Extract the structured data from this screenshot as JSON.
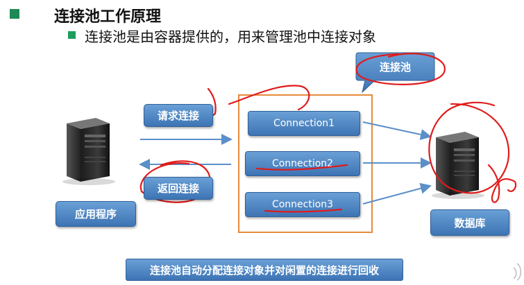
{
  "header": {
    "title": "连接池工作原理",
    "subtitle": "连接池是由容器提供的，用来管理池中连接对象"
  },
  "diagram": {
    "pool_label": "连接池",
    "request_label": "请求连接",
    "return_label": "返回连接",
    "app_label": "应用程序",
    "db_label": "数据库",
    "connections": [
      "Connection1",
      "Connection2",
      "Connection3"
    ],
    "footer": "连接池自动分配连接对象并对闲置的连接进行回收"
  },
  "colors": {
    "box_blue": "#4a83c4",
    "pool_border": "#e58a3a",
    "arrow_blue": "#5a8fc8",
    "annotation_red": "#e01b1b",
    "bullet_green": "#1e8a55"
  }
}
